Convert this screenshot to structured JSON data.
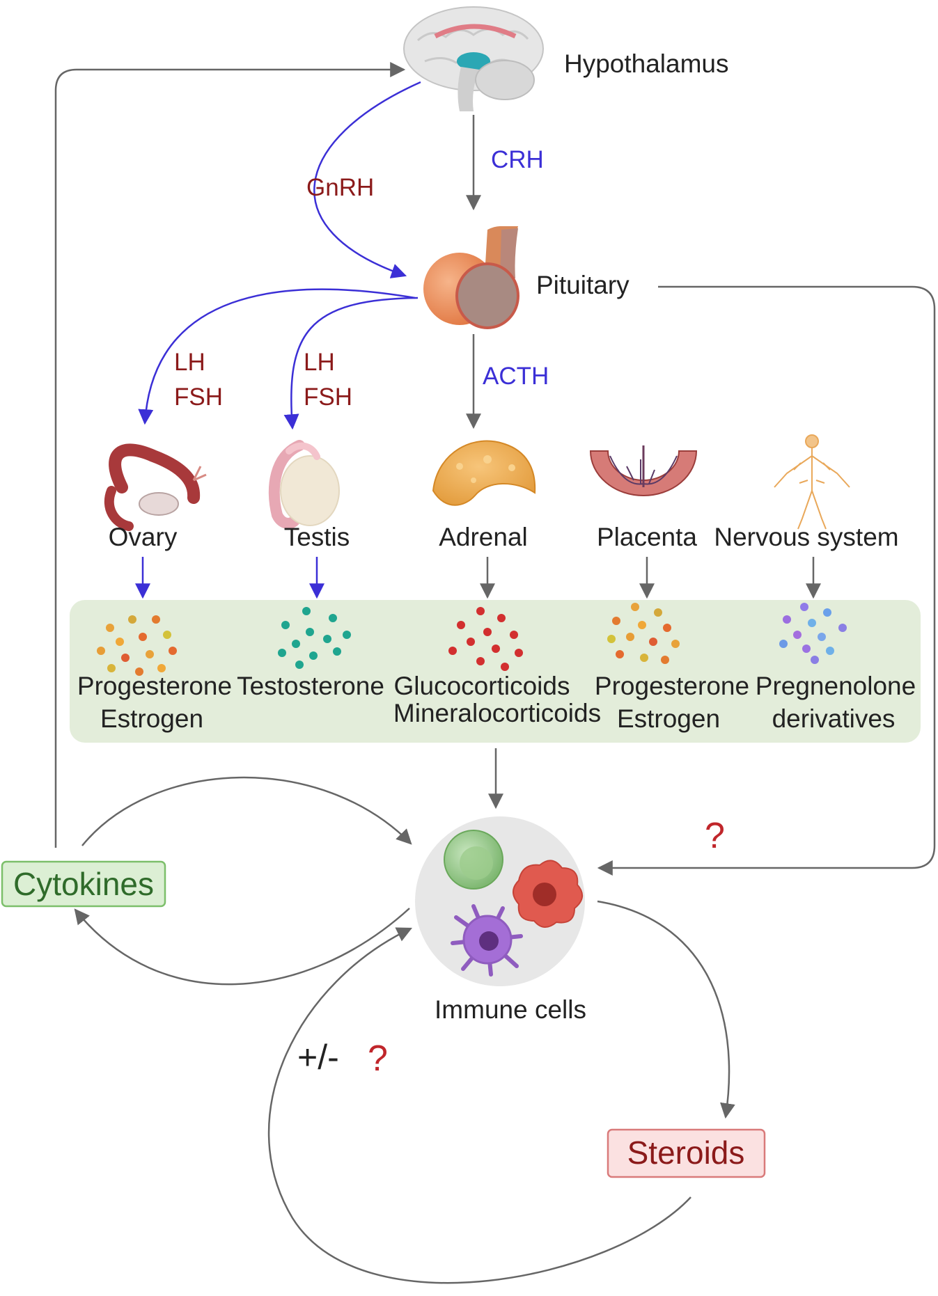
{
  "colors": {
    "hormone_red": "#8b1a1a",
    "hormone_blue": "#3b2fd6",
    "arrow_gray": "#666666",
    "arrow_blue": "#3b2fd6",
    "text_dark": "#222222",
    "question_red": "#c0262b",
    "steroid_band": "#e3edda",
    "cytokines_fill": "#dcefd4",
    "cytokines_border": "#7cbf6a",
    "cytokines_text": "#2f6b2a",
    "steroids_fill": "#fbe1e1",
    "steroids_border": "#d97a7a",
    "steroids_text": "#8b1a1a"
  },
  "glands": {
    "hypothalamus": "Hypothalamus",
    "pituitary": "Pituitary"
  },
  "hormones": {
    "gnrh": "GnRH",
    "crh": "CRH",
    "acth": "ACTH",
    "lh_left": "LH",
    "fsh_left": "FSH",
    "lh_right": "LH",
    "fsh_right": "FSH"
  },
  "organs": [
    "Ovary",
    "Testis",
    "Adrenal",
    "Placenta",
    "Nervous system"
  ],
  "steroid_groups": [
    {
      "line1": "Progesterone",
      "line2": "Estrogen"
    },
    {
      "line1": "Testosterone",
      "line2": ""
    },
    {
      "line1": "Glucocorticoids",
      "line2": "Mineralocorticoids"
    },
    {
      "line1": "Progesterone",
      "line2": "Estrogen"
    },
    {
      "line1": "Pregnenolone",
      "line2": "derivatives"
    }
  ],
  "immune_label": "Immune cells",
  "cytokines_label": "Cytokines",
  "steroids_label": "Steroids",
  "feedback_sign": "+/-",
  "question_mark": "?"
}
